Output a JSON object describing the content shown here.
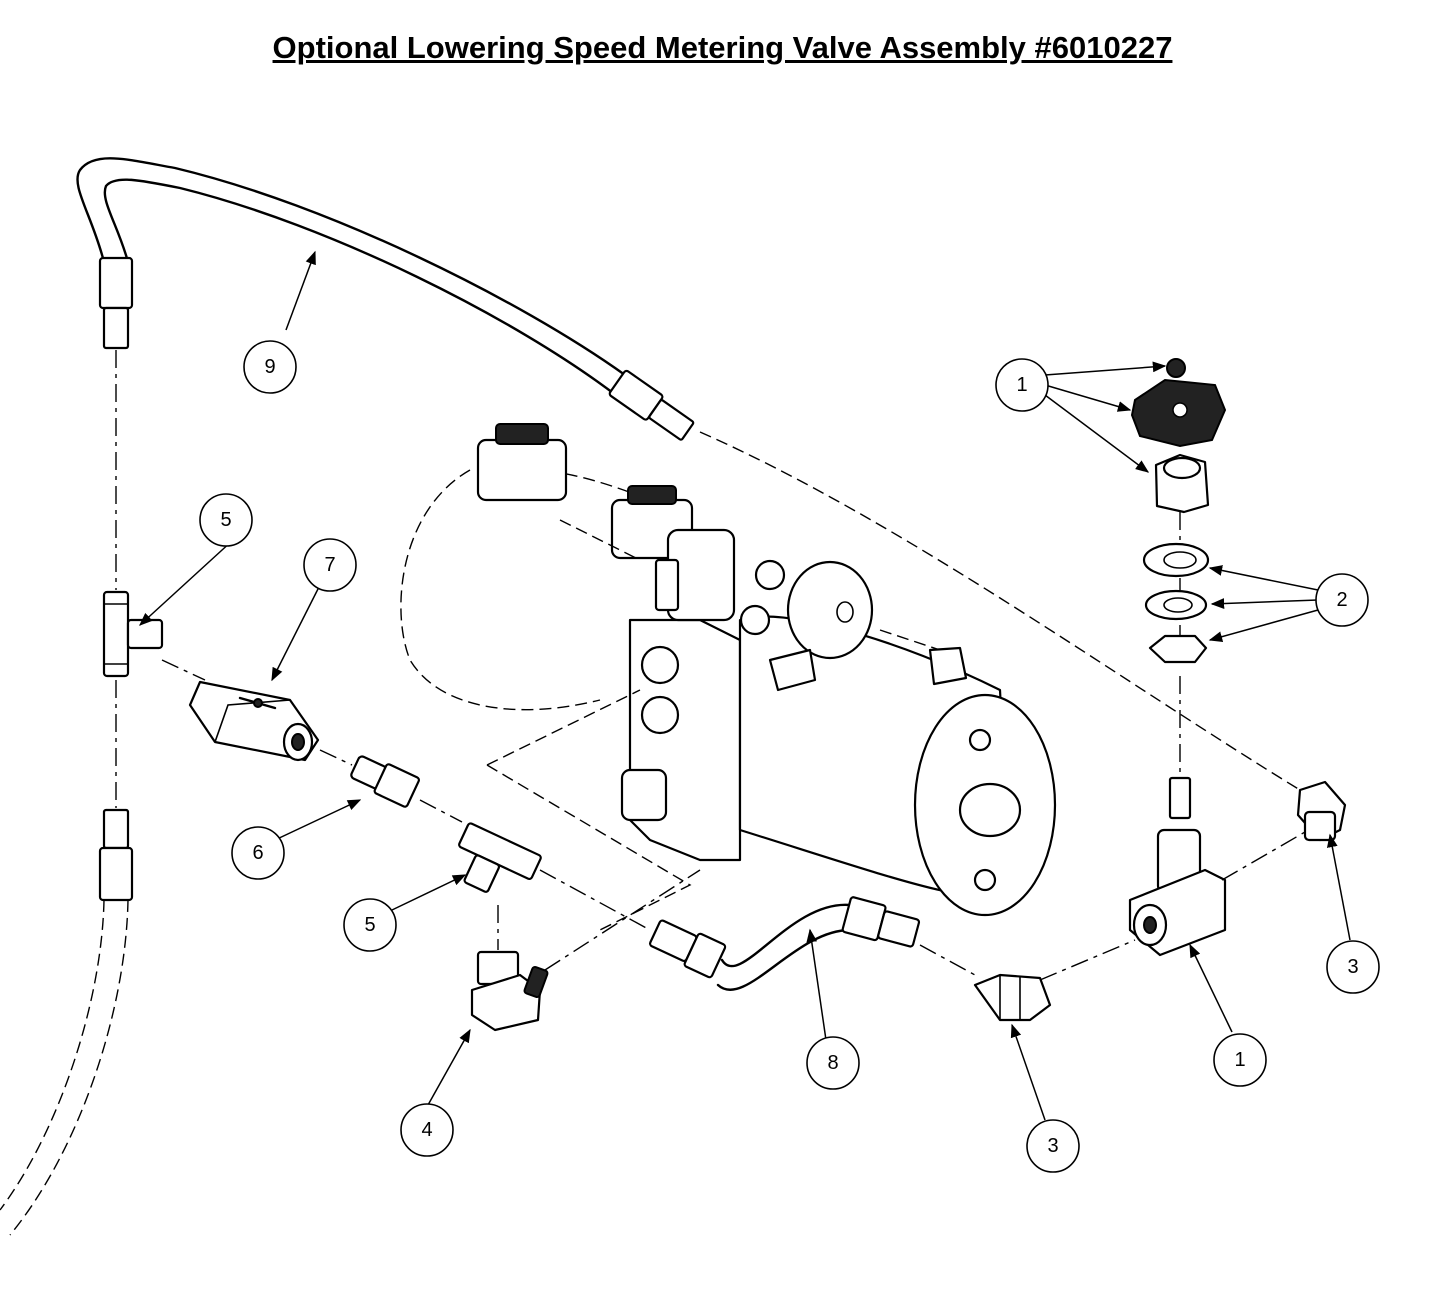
{
  "title": "Optional Lowering Speed Metering Valve Assembly #6010227",
  "callouts": {
    "c1a": "1",
    "c1b": "1",
    "c2": "2",
    "c3a": "3",
    "c3b": "3",
    "c4": "4",
    "c5a": "5",
    "c5b": "5",
    "c6": "6",
    "c7": "7",
    "c8": "8",
    "c9": "9"
  }
}
